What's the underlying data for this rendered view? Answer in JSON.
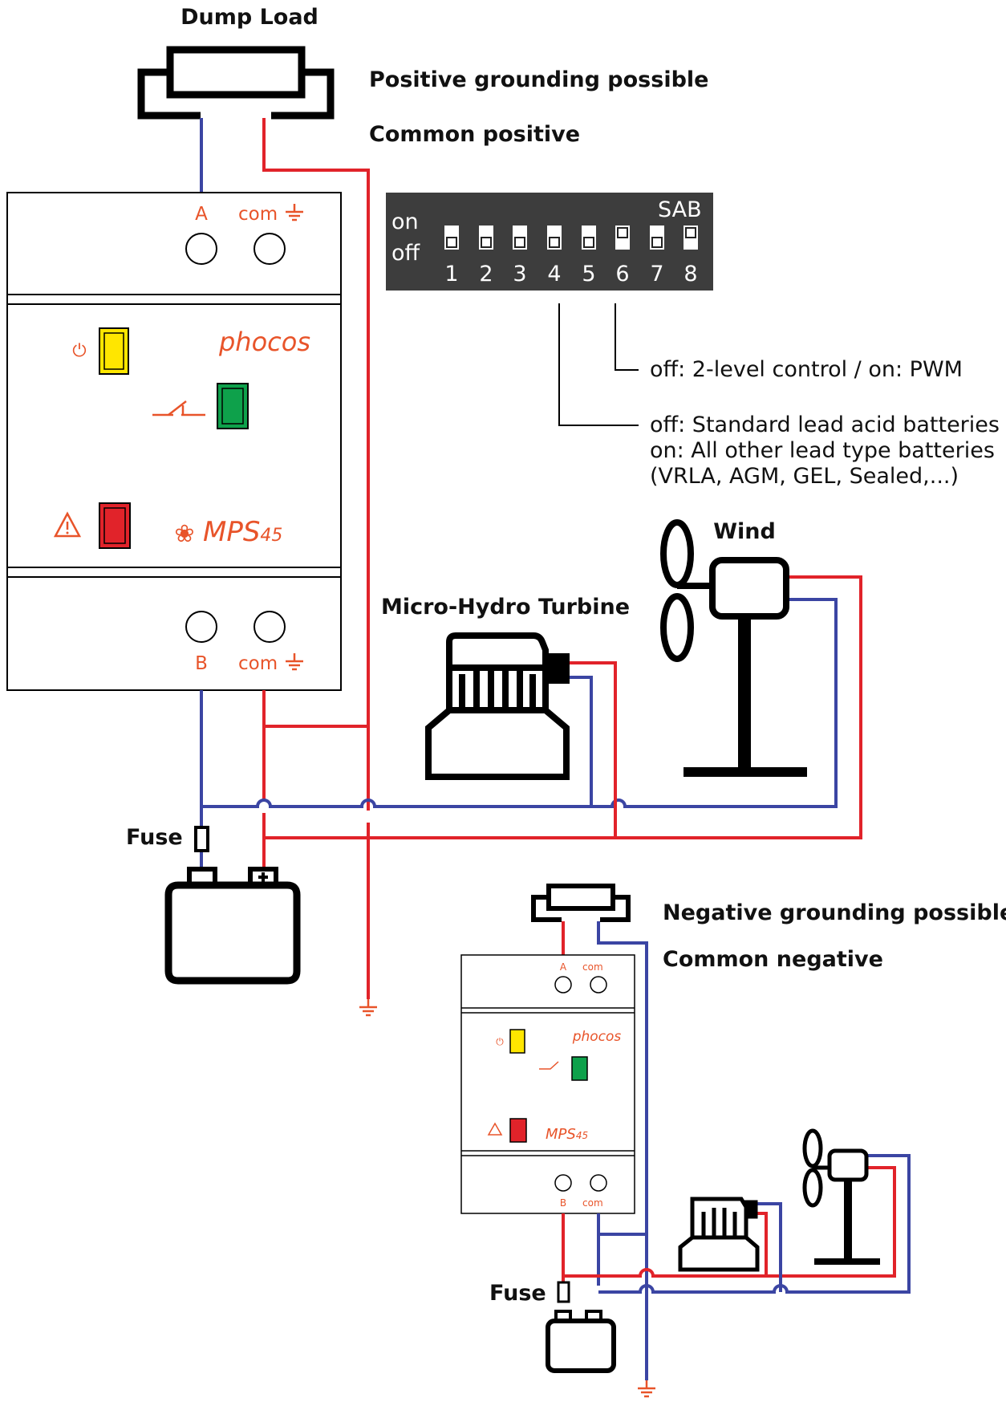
{
  "colors": {
    "positive": "#e1232a",
    "negative": "#3b45a3",
    "brand": "#e8542a",
    "dip_bg": "#3d3d3d"
  },
  "top": {
    "dump_load_title": "Dump Load",
    "grounding_note": "Positive grounding possible",
    "common_note": "Common positive",
    "terminal_a": "A",
    "terminal_com": "com",
    "terminal_b": "B",
    "brand": "phocos",
    "model": "MPS",
    "model_sub": "45",
    "fuse_label": "Fuse",
    "hydro_label": "Micro-Hydro Turbine",
    "wind_label": "Wind"
  },
  "dip": {
    "on_label": "on",
    "off_label": "off",
    "sab_label": "SAB",
    "switches": [
      "1",
      "2",
      "3",
      "4",
      "5",
      "6",
      "7",
      "8"
    ],
    "note_pwm": "off: 2-level control / on: PWM",
    "note_battery_1": "off: Standard lead acid batteries /",
    "note_battery_2": "on: All other lead type batteries",
    "note_battery_3": "(VRLA, AGM, GEL, Sealed,...)"
  },
  "bottom": {
    "grounding_note": "Negative grounding possible",
    "common_note": "Common negative",
    "terminal_a": "A",
    "terminal_com": "com",
    "terminal_b": "B",
    "brand": "phocos",
    "model": "MPS",
    "model_sub": "45",
    "fuse_label": "Fuse"
  }
}
